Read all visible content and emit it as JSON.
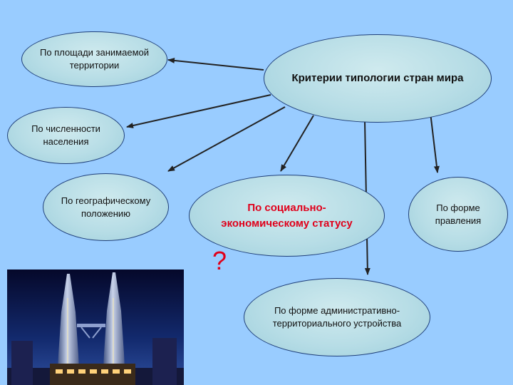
{
  "diagram": {
    "center": "Критерии типологии стран мира",
    "area": "По площади занимаемой территории",
    "population": "По численности населения",
    "geography": "По географическому положению",
    "socioeconomic": "По социально-экономическому статусу",
    "governance": "По форме правления",
    "admin": "По форме административно-территориального устройства",
    "question": "?"
  },
  "colors": {
    "background": "#99ccff",
    "node_fill": "#b7dde6",
    "node_border": "#1f3f7a",
    "accent": "#e0001b",
    "arrow": "#222222"
  },
  "photo": {
    "subject": "twin-towers-night"
  }
}
